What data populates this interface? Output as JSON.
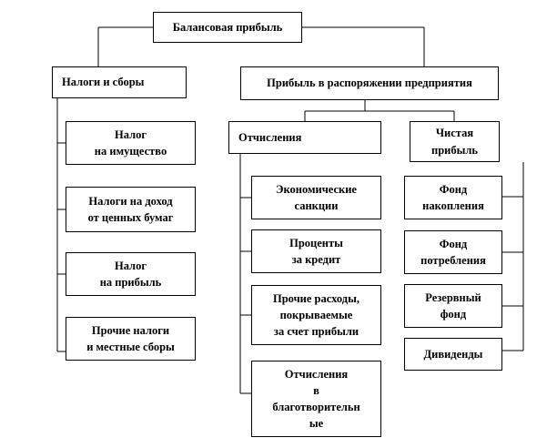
{
  "nodes": {
    "root": "Балансовая прибыль",
    "taxes": "Налоги и сборы",
    "tax_property": "Налог\nна имущество",
    "tax_securities": "Налоги на доход\nот ценных бумаг",
    "tax_profit": "Налог\nна прибыль",
    "tax_other": "Прочие налоги\nи местные сборы",
    "enterprise_profit": "Прибыль в распоряжении предприятия",
    "deductions": "Отчисления",
    "econ_sanctions": "Экономические\nсанкции",
    "credit_interest": "Проценты\nза кредит",
    "other_expenses": "Прочие расходы,\nпокрываемые\nза счет прибыли",
    "charity": "Отчисления\nв\nблаготворительн\nые",
    "net_profit": "Чистая\nприбыль",
    "accumulation_fund": "Фонд\nнакопления",
    "consumption_fund": "Фонд\nпотребления",
    "reserve_fund": "Резервный\nфонд",
    "dividends": "Дивиденды"
  },
  "colors": {
    "line": "#000000",
    "box_border": "#000000",
    "background": "#ffffff"
  }
}
